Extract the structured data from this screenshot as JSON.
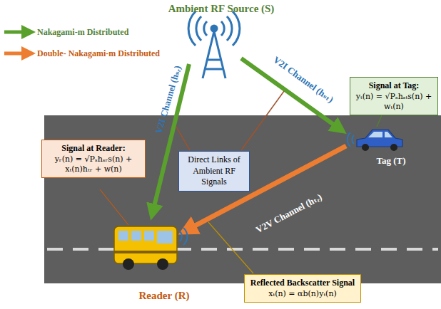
{
  "diagram": {
    "nodes": [
      {
        "text": [
          "Signal at Reader:",
          "yᵣ(n) = √Pₛhₛᵣs(n) + xₜ(n)hₜᵣ + w(n)"
        ]
      },
      {
        "text": [
          "Direct Links of Ambient RF Signals"
        ]
      },
      {
        "text": [
          "Signal at Tag:",
          "yₜ(n) = √Pₛhₛₜs(n) + wₜ(n)"
        ]
      },
      {
        "text": [
          "Reflected Backscatter Signal",
          "xₜ(n) = αb(n)yₜ(n)"
        ]
      }
    ],
    "labels": [
      "Ambient RF Source (S)",
      "V2I Channel (hₛᵣ)",
      "V2I Channel (hₛₜ)",
      "V2V Channel (hₜᵣ)",
      "Reader (R)",
      "Tag (T)"
    ],
    "legend": [
      {
        "text": "Nakagami-m Distributed"
      },
      {
        "text": "Double- Nakagami-m Distributed"
      }
    ]
  }
}
